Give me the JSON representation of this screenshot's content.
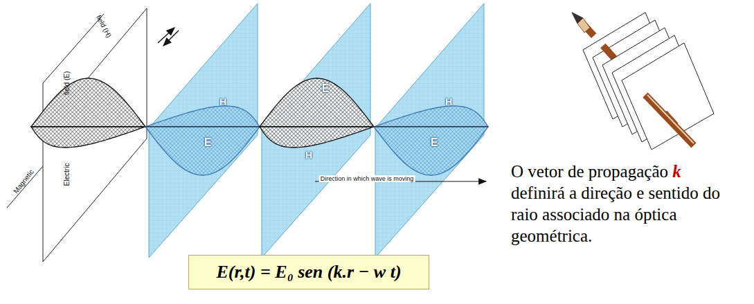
{
  "diagram": {
    "nodes": [
      {
        "text": [
          "E(r,t) = E₀ sen (k.r − w t)"
        ]
      }
    ],
    "labels": [
      "field (E)",
      "Electric",
      "Magnetic",
      "field (H)",
      "H",
      "E",
      "E",
      "H",
      "H",
      "E",
      "Direction in which wave is moving",
      "O vetor de propagação k definirá a direção e sentido do raio associado na óptica geométrica."
    ]
  }
}
